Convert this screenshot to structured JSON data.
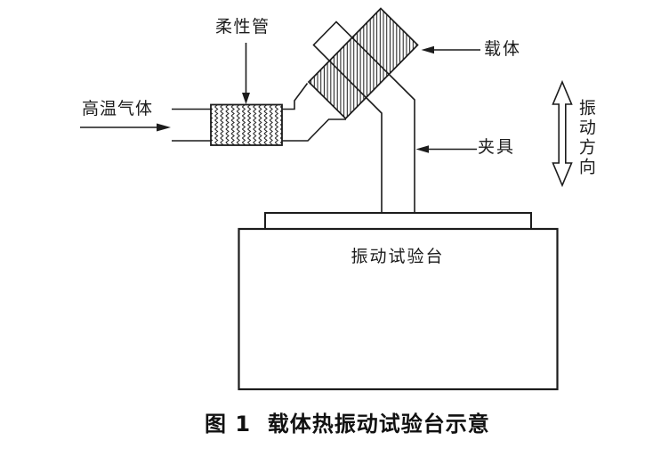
{
  "figure": {
    "caption": "图 1  载体热振动试验台示意",
    "labels": {
      "flexible_tube": "柔性管",
      "hot_gas": "高温气体",
      "carrier": "载体",
      "fixture": "夹具",
      "vibration_direction": "振动方向",
      "shaker_table": "振动试验台"
    },
    "colors": {
      "line": "#1c1c1c",
      "background": "#ffffff"
    }
  }
}
